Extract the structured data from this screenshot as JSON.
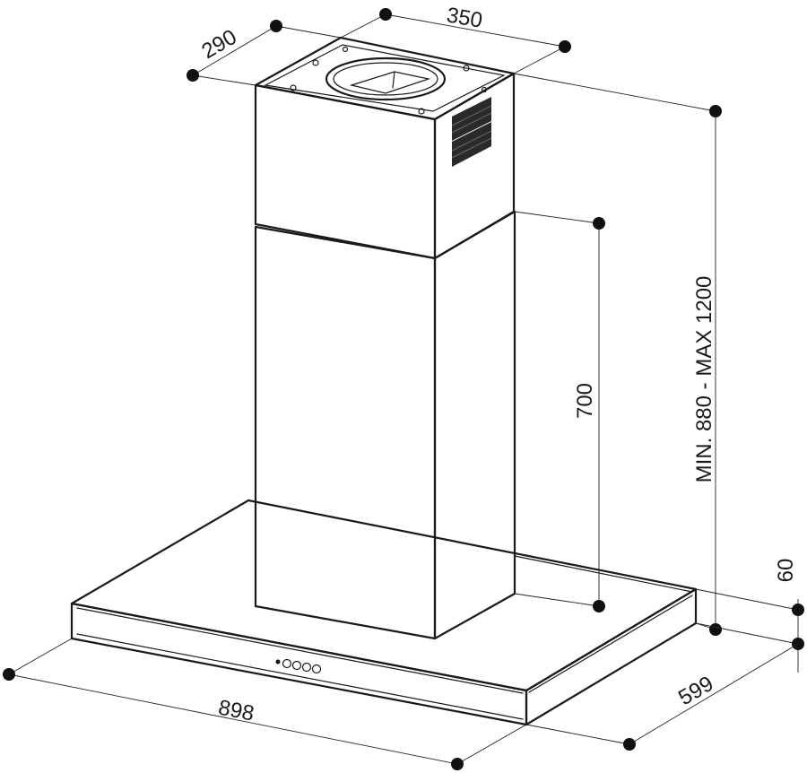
{
  "dimensions": {
    "chimney_width": "350",
    "chimney_depth": "290",
    "total_height": "MIN. 880 - MAX 1200",
    "lower_chimney_height": "700",
    "canopy_thickness": "60",
    "canopy_width": "898",
    "canopy_depth": "599"
  },
  "colors": {
    "line": "#1a1a1a",
    "background": "#ffffff",
    "vent_fill": "#2a2a2a"
  }
}
